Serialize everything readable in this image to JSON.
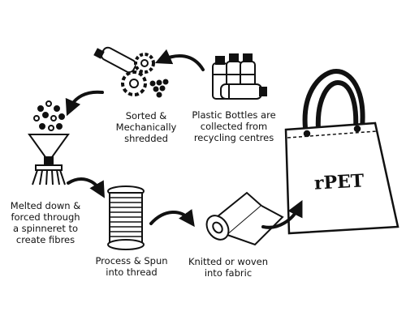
{
  "steps": {
    "plastic_bottles": "Plastic Bottles are\ncollected from\nrecycling centres",
    "sorted": "Sorted &\nMechanically\nshredded",
    "melted": "Melted down &\nforced through\na spinneret to\ncreate fibres",
    "process": "Process & Spun\ninto thread",
    "fabric": "Knitted or woven\ninto fabric"
  },
  "bag_label": "rPET",
  "colors": {
    "ink": "#111111",
    "background": "#ffffff"
  }
}
